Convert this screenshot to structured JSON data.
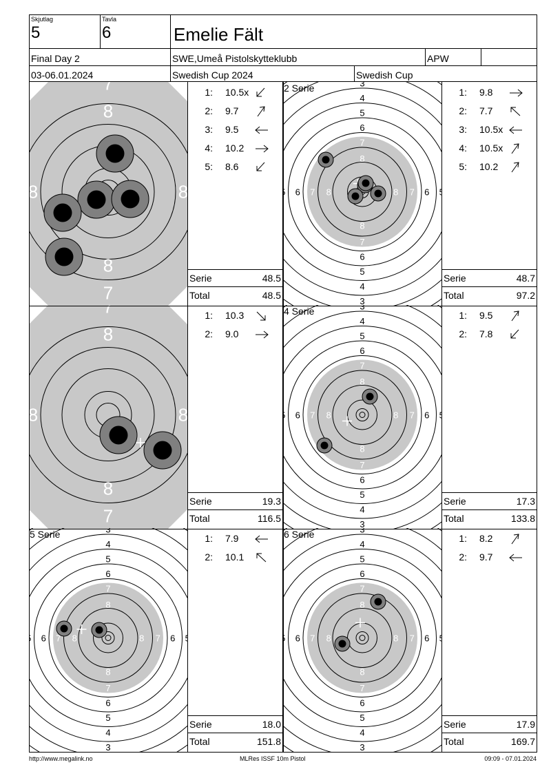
{
  "header": {
    "skjutlag_label": "Skjutlag",
    "skjutlag_value": "5",
    "tavla_label": "Tavla",
    "tavla_value": "6",
    "shooter_name": "Emelie Fält",
    "event": "Final Day 2",
    "club": "SWE,Umeå Pistolskytteklubb",
    "class": "APW",
    "date": "03-06.01.2024",
    "competition": "Swedish Cup 2024",
    "series_name": "Swedish Cup"
  },
  "labels": {
    "serie": "Serie",
    "total": "Total"
  },
  "series": [
    {
      "title": "1 Serie",
      "view": "zoom",
      "shots": [
        {
          "n": "1:",
          "v": "10.5x",
          "dir": "down-left"
        },
        {
          "n": "2:",
          "v": "9.7",
          "dir": "up-right"
        },
        {
          "n": "3:",
          "v": "9.5",
          "dir": "left"
        },
        {
          "n": "4:",
          "v": "10.2",
          "dir": "right"
        },
        {
          "n": "5:",
          "v": "8.6",
          "dir": "down-left"
        }
      ],
      "serie_sum": "48.5",
      "total": "48.5"
    },
    {
      "title": "2 Serie",
      "view": "full",
      "shots": [
        {
          "n": "1:",
          "v": "9.8",
          "dir": "right"
        },
        {
          "n": "2:",
          "v": "7.7",
          "dir": "up-left"
        },
        {
          "n": "3:",
          "v": "10.5x",
          "dir": "left"
        },
        {
          "n": "4:",
          "v": "10.5x",
          "dir": "up-right"
        },
        {
          "n": "5:",
          "v": "10.2",
          "dir": "up-right"
        }
      ],
      "serie_sum": "48.7",
      "total": "97.2"
    },
    {
      "title": "3 Serie",
      "view": "zoom",
      "shots": [
        {
          "n": "1:",
          "v": "10.3",
          "dir": "down-right"
        },
        {
          "n": "2:",
          "v": "9.0",
          "dir": "right"
        }
      ],
      "serie_sum": "19.3",
      "total": "116.5"
    },
    {
      "title": "4 Serie",
      "view": "full",
      "shots": [
        {
          "n": "1:",
          "v": "9.5",
          "dir": "up-right"
        },
        {
          "n": "2:",
          "v": "7.8",
          "dir": "down-left"
        }
      ],
      "serie_sum": "17.3",
      "total": "133.8"
    },
    {
      "title": "5 Serie",
      "view": "full",
      "shots": [
        {
          "n": "1:",
          "v": "7.9",
          "dir": "left"
        },
        {
          "n": "2:",
          "v": "10.1",
          "dir": "up-left"
        }
      ],
      "serie_sum": "18.0",
      "total": "151.8"
    },
    {
      "title": "6 Serie",
      "view": "full",
      "shots": [
        {
          "n": "1:",
          "v": "8.2",
          "dir": "up-right"
        },
        {
          "n": "2:",
          "v": "9.7",
          "dir": "left"
        }
      ],
      "serie_sum": "17.9",
      "total": "169.7"
    }
  ],
  "footer": {
    "left": "http://www.megalink.no",
    "center": "MLRes ISSF 10m Pistol",
    "right": "09:09 - 07.01.2024"
  }
}
